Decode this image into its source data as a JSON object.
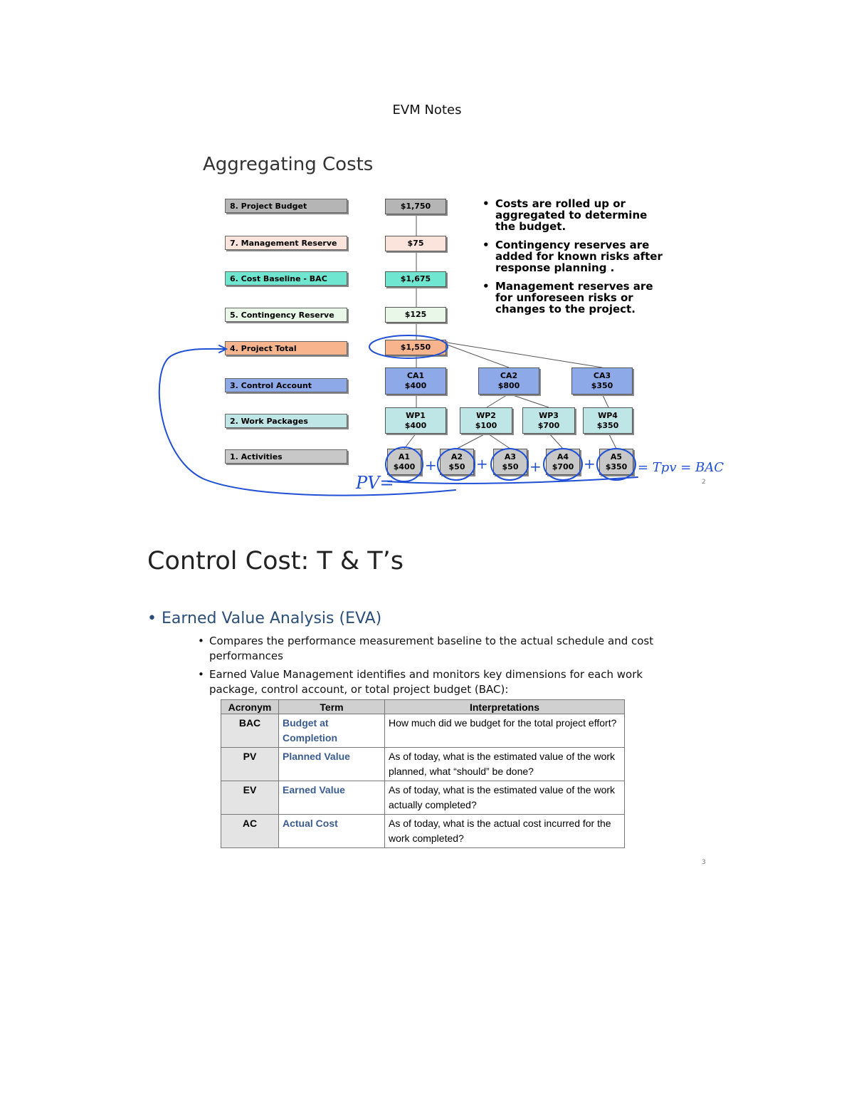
{
  "header": {
    "title": "EVM Notes"
  },
  "slide1": {
    "title": "Aggregating Costs",
    "levels": [
      {
        "label": "8. Project Budget",
        "value": "$1,750",
        "color": "#b5b5b5"
      },
      {
        "label": "7. Management Reserve",
        "value": "$75",
        "color": "#fbe4dc"
      },
      {
        "label": "6. Cost Baseline - BAC",
        "value": "$1,675",
        "color": "#6fe6cf"
      },
      {
        "label": "5. Contingency Reserve",
        "value": "$125",
        "color": "#e8f7e8"
      },
      {
        "label": "4. Project Total",
        "value": "$1,550",
        "color": "#f8b58d"
      },
      {
        "label": "3. Control Account",
        "color": "#8ea9e8"
      },
      {
        "label": "2. Work Packages",
        "color": "#bfe6e6"
      },
      {
        "label": "1. Activities",
        "color": "#c8c8c8"
      }
    ],
    "control_accounts": [
      {
        "name": "CA1",
        "value": "$400"
      },
      {
        "name": "CA2",
        "value": "$800"
      },
      {
        "name": "CA3",
        "value": "$350"
      }
    ],
    "work_packages": [
      {
        "name": "WP1",
        "value": "$400"
      },
      {
        "name": "WP2",
        "value": "$100"
      },
      {
        "name": "WP3",
        "value": "$700"
      },
      {
        "name": "WP4",
        "value": "$350"
      }
    ],
    "activities": [
      {
        "name": "A1",
        "value": "$400"
      },
      {
        "name": "A2",
        "value": "$50"
      },
      {
        "name": "A3",
        "value": "$50"
      },
      {
        "name": "A4",
        "value": "$700"
      },
      {
        "name": "A5",
        "value": "$350"
      }
    ],
    "bullets": [
      "Costs are rolled up or aggregated to determine the budget.",
      "Contingency reserves are added for known risks after response planning .",
      "Management reserves are for unforeseen risks or changes to the project."
    ],
    "annotations": {
      "pv": "PV=",
      "plus": "+",
      "result": "= Tpv = BAC"
    },
    "slide_number": "2"
  },
  "slide2": {
    "title": "Control Cost: T & T’s",
    "bullet": "Earned Value Analysis (EVA)",
    "sub_bullets": [
      "Compares the performance measurement baseline to the actual schedule and cost performances",
      "Earned Value Management identifies and monitors key dimensions for each work package, control account, or total project budget (BAC):"
    ],
    "table": {
      "headers": [
        "Acronym",
        "Term",
        "Interpretations"
      ],
      "rows": [
        {
          "acronym": "BAC",
          "term": "Budget at Completion",
          "interpretation": "How much did we budget for the total project effort?"
        },
        {
          "acronym": "PV",
          "term": "Planned Value",
          "interpretation": "As of today, what is the estimated value of the work planned, what “should” be done?"
        },
        {
          "acronym": "EV",
          "term": "Earned Value",
          "interpretation": "As of today, what is the estimated value of the work actually completed?"
        },
        {
          "acronym": "AC",
          "term": "Actual Cost",
          "interpretation": "As of today, what is the actual cost incurred for the work completed?"
        }
      ]
    },
    "slide_number": "3"
  },
  "colors": {
    "ink": "#1f4fd6",
    "term_text": "#3b5c8f",
    "bullet_heading": "#2b4e78"
  }
}
